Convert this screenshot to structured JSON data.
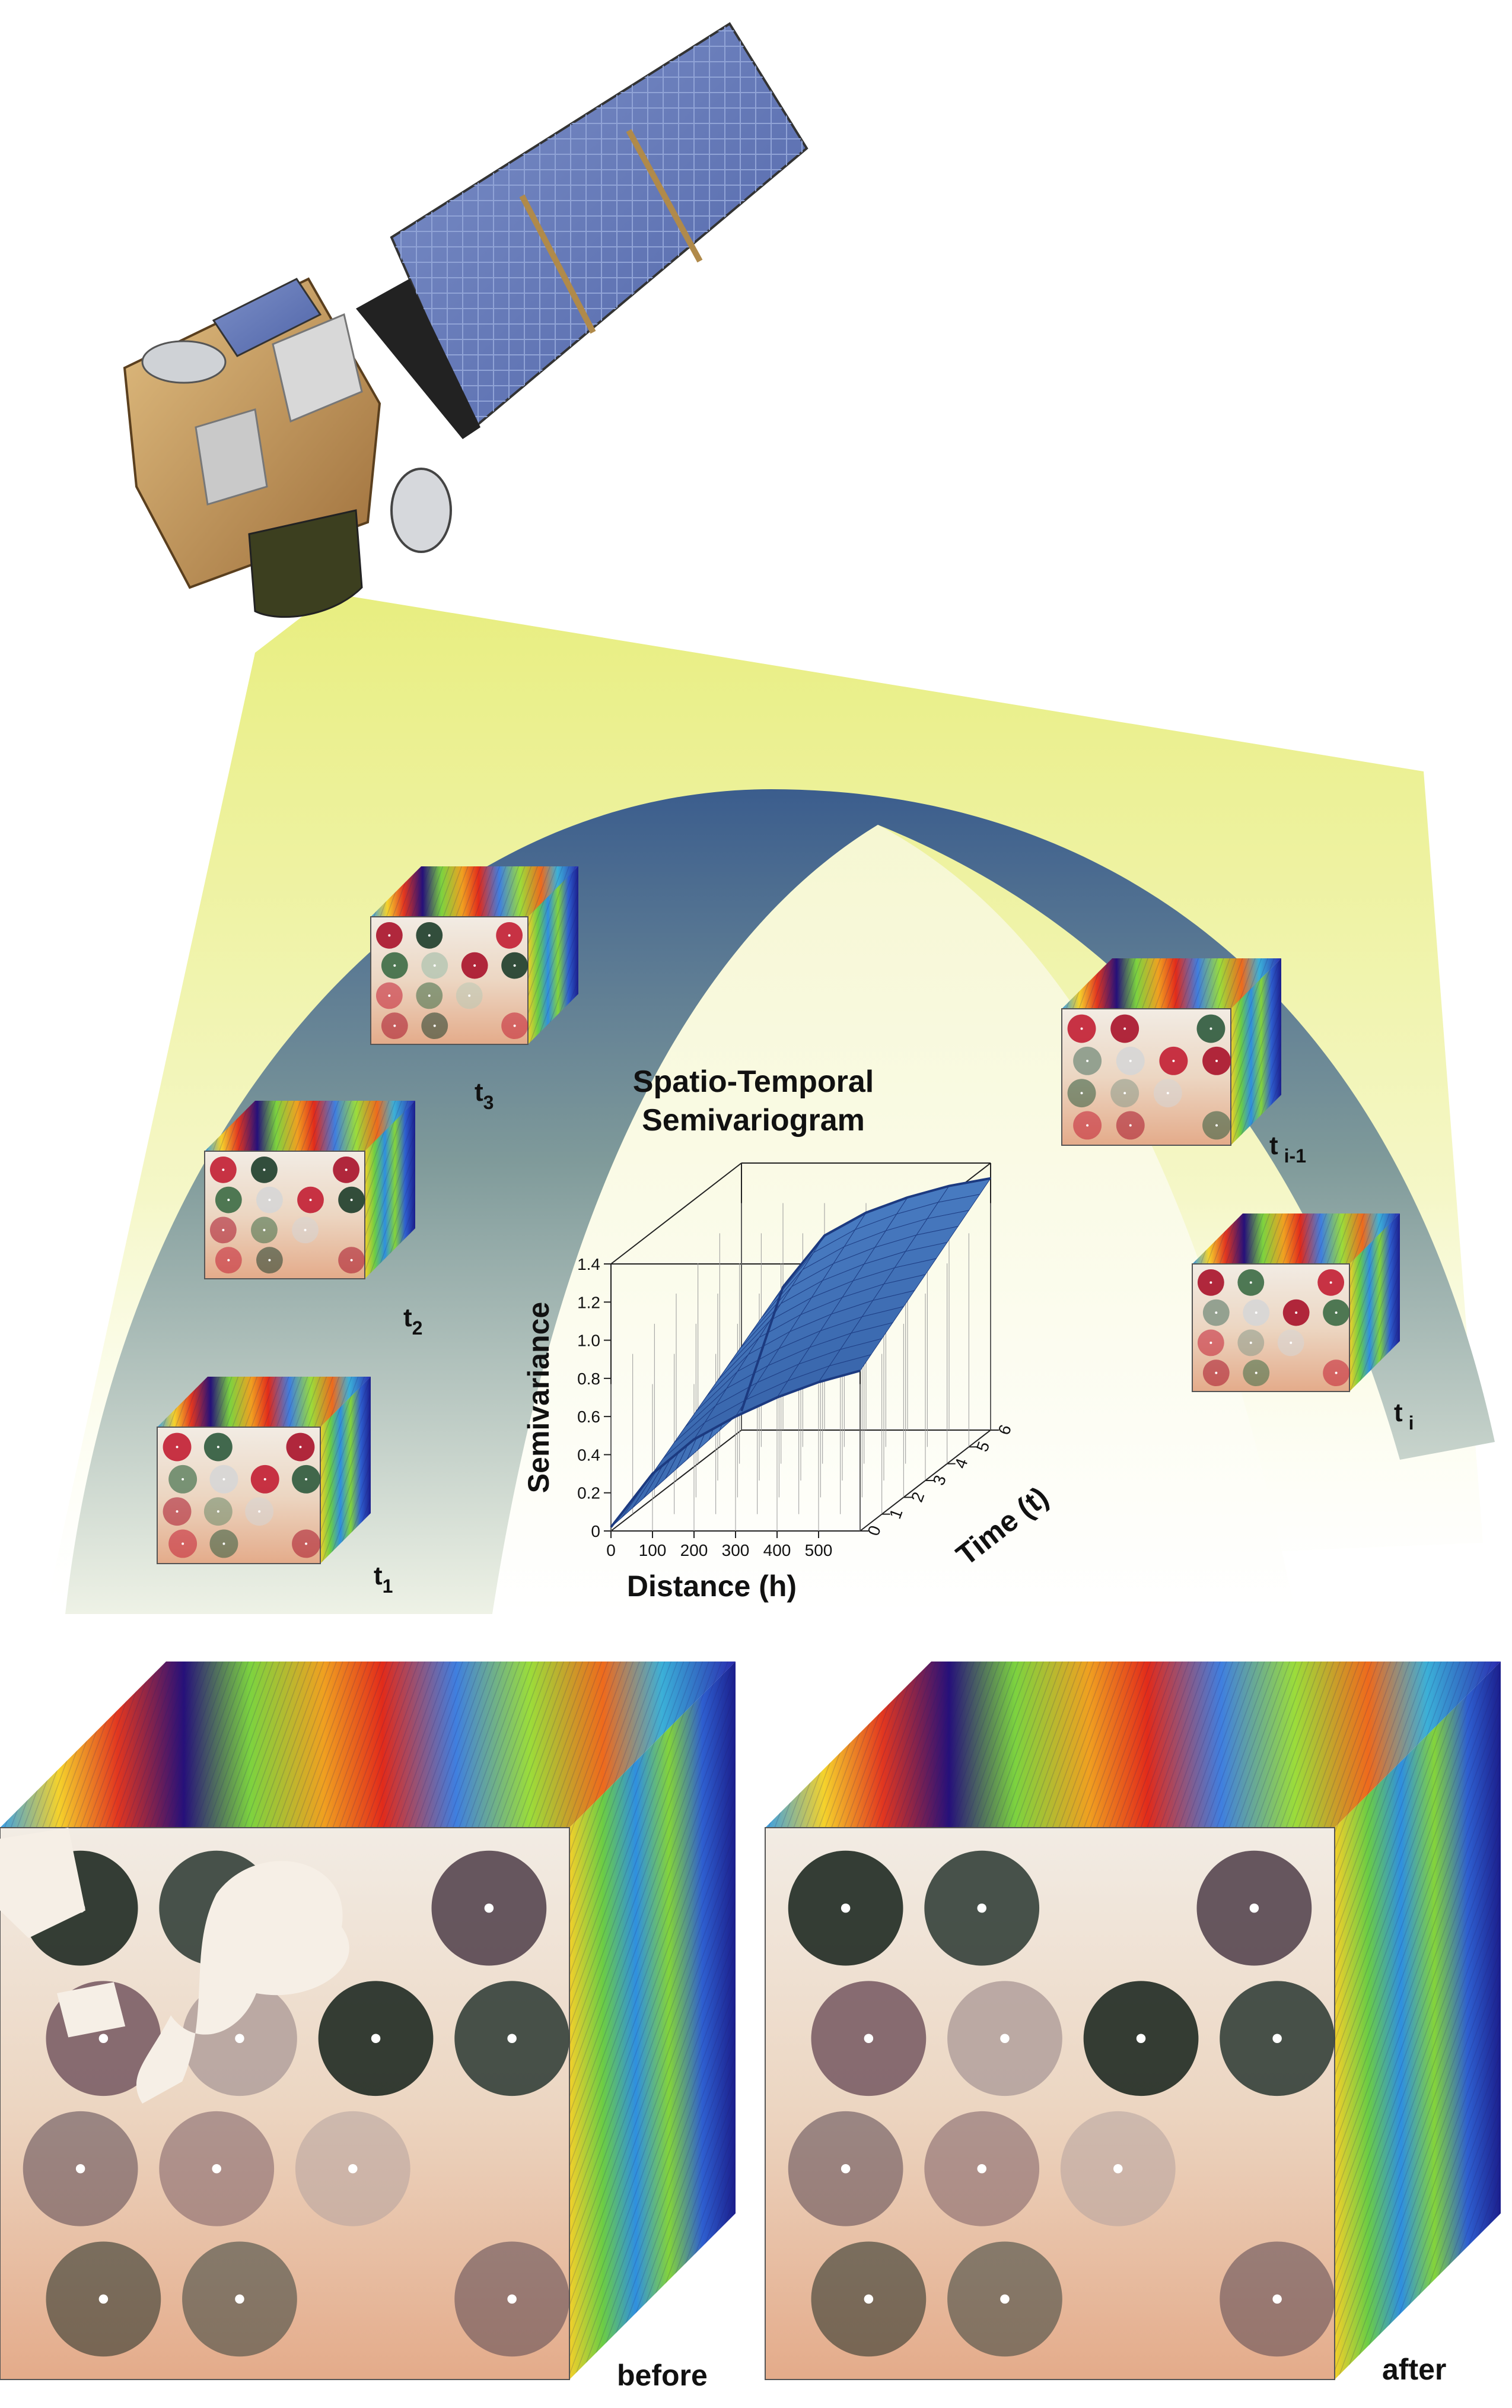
{
  "diagram": {
    "semivariogram_title_line1": "Spatio-Temporal",
    "semivariogram_title_line2": "Semivariogram",
    "before_label": "before",
    "after_label": "after"
  },
  "time_labels": [
    {
      "base": "t",
      "sub": "1"
    },
    {
      "base": "t",
      "sub": "2"
    },
    {
      "base": "t",
      "sub": "3"
    },
    {
      "base": "t",
      "sub": "i-1"
    },
    {
      "base": "t",
      "sub": "i"
    }
  ],
  "chart_data": {
    "type": "area",
    "title": "",
    "xlabel": "Distance (h)",
    "ylabel": "Semivariance",
    "zlabel": "Time (t)",
    "xlim": [
      0,
      600
    ],
    "ylim": [
      0,
      1.4
    ],
    "zlim": [
      0,
      6
    ],
    "x_ticks": [
      "0",
      "100",
      "200",
      "300",
      "400",
      "500"
    ],
    "y_ticks": [
      "0",
      "0.2",
      "0.4",
      "0.6",
      "0.8",
      "1.0",
      "1.2",
      "1.4"
    ],
    "z_ticks": [
      "0",
      "1",
      "2",
      "3",
      "4",
      "5",
      "6"
    ],
    "x": [
      0,
      100,
      200,
      300,
      400,
      500,
      600
    ],
    "series": [
      {
        "time": 0,
        "values": [
          0.02,
          0.3,
          0.48,
          0.6,
          0.7,
          0.78,
          0.84
        ]
      },
      {
        "time": 6,
        "values": [
          0.1,
          0.75,
          1.02,
          1.14,
          1.22,
          1.28,
          1.32
        ]
      }
    ]
  },
  "colors": {
    "arch_top": "#3e5f8f",
    "arch_bottom": "#e3ead8",
    "beam": "#eef2a0",
    "surface": "#2e56a3",
    "cloud": "#f6efe6",
    "desert": "#e9c6a6"
  }
}
